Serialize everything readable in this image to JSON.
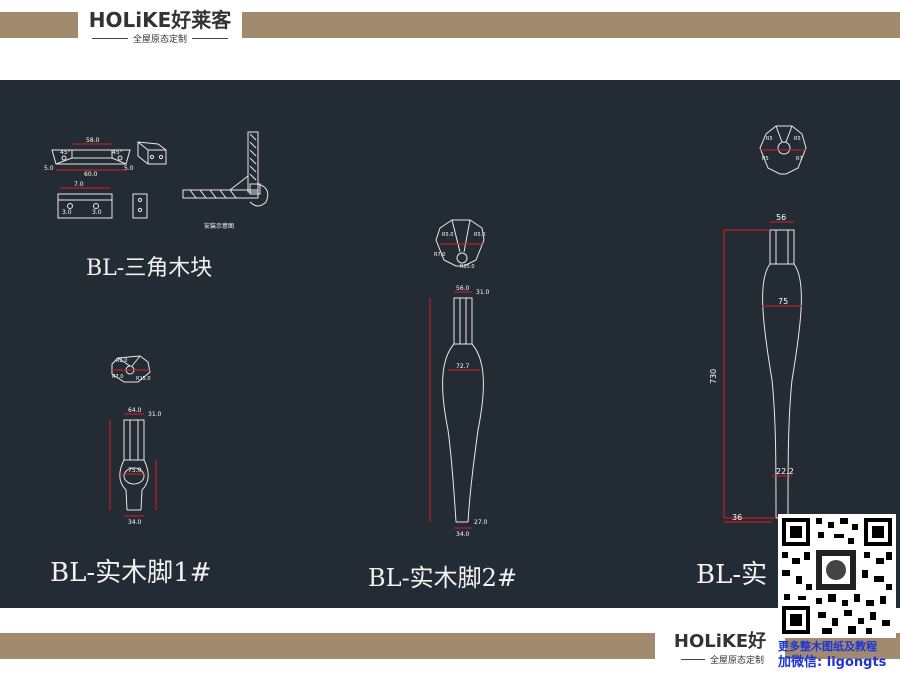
{
  "brand": {
    "name": "HOLiKE",
    "name_cn": "好莱客",
    "name_cn_partial": "好",
    "tagline": "全屋原态定制",
    "band_color": "#a18a6e"
  },
  "drawing": {
    "background": "#232b34",
    "line_color": "#ffffff",
    "dim_color": "#e01b1b",
    "titles": {
      "triangle_block": "BL-三角木块",
      "leg1": "BL-实木脚1#",
      "leg2": "BL-实木脚2#",
      "leg3": "BL-实"
    },
    "install_note": "安装示意图",
    "triangle_dims": [
      "58.0",
      "45°",
      "45°",
      "5.0",
      "60.0",
      "5.0",
      "7.0",
      "3.0",
      "3.0"
    ],
    "leg1_dims": [
      "64.0",
      "31.0",
      "75.0",
      "34.0",
      "R2.0",
      "R7.0",
      "R15.0"
    ],
    "leg2_dims": [
      "56.0",
      "31.0",
      "72.7",
      "27.0",
      "34.0",
      "R5.0",
      "R5.0",
      "R7.0",
      "R15.0"
    ],
    "leg3_dims": [
      "56",
      "75",
      "730",
      "22.2",
      "36",
      "R5",
      "R5",
      "R5",
      "R7"
    ]
  },
  "promo": {
    "line1": "更多整木图纸及教程",
    "line2_label": "加微信:",
    "line2_value": "ligongts"
  }
}
